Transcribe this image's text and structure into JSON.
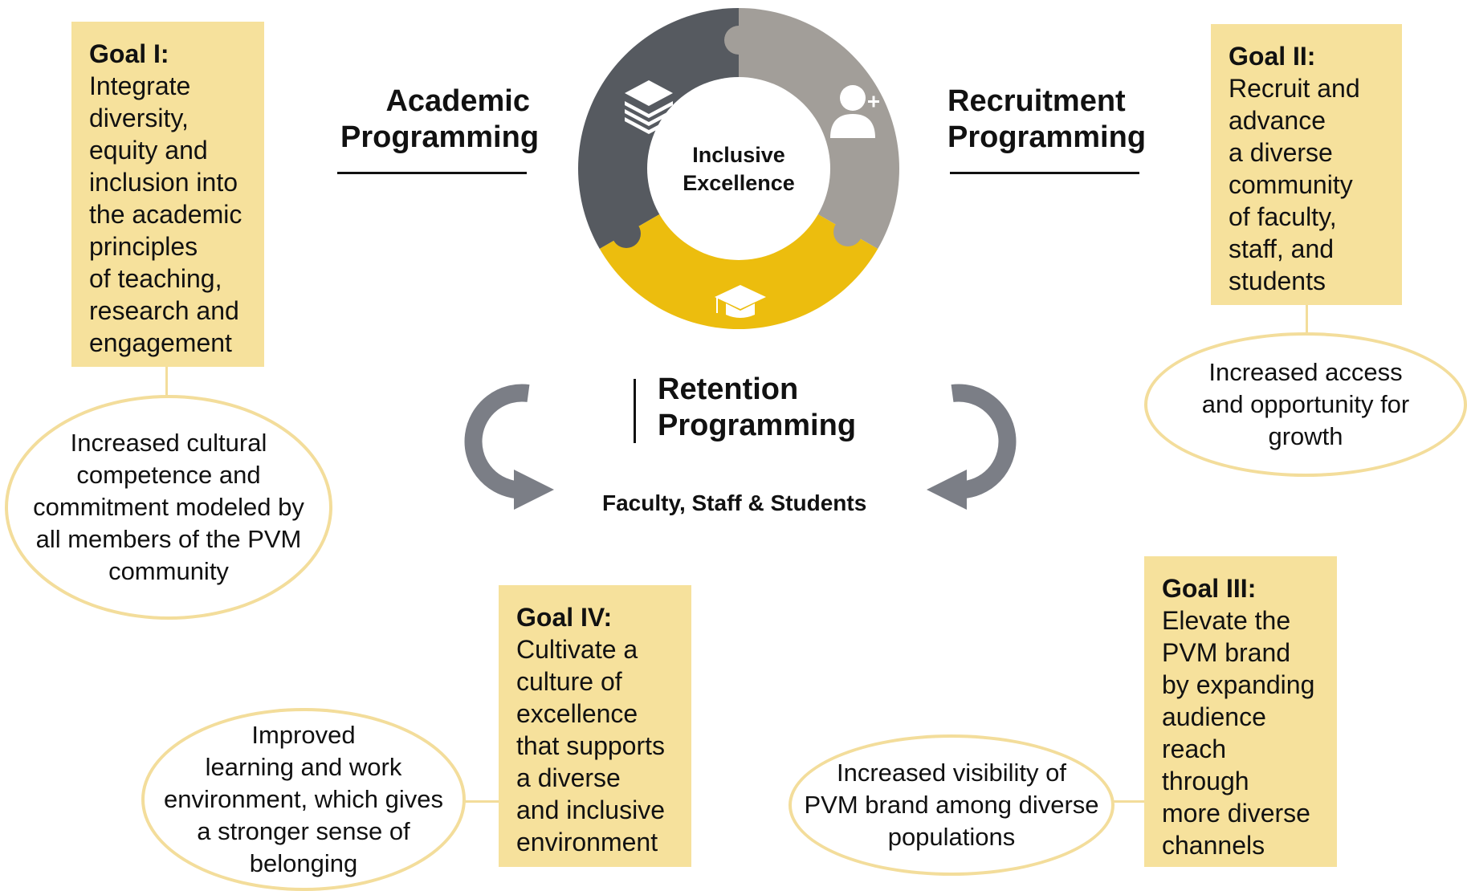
{
  "center": {
    "label_line1": "Inclusive",
    "label_line2": "Excellence",
    "colors": {
      "dark": "#565a60",
      "gray": "#a29e99",
      "gold": "#ecbd0e",
      "arrow": "#7b7e86"
    },
    "icons": [
      "books-stack-icon",
      "add-person-icon",
      "graduation-cap-icon"
    ]
  },
  "programs": {
    "academic": "Academic\nProgramming",
    "recruitment": "Recruitment\nProgramming",
    "retention": "Retention\nProgramming",
    "audience": "Faculty, Staff & Students"
  },
  "goals": {
    "g1": {
      "title": "Goal I:",
      "text": "Integrate\ndiversity,\nequity and\ninclusion into\nthe academic\nprinciples\nof teaching,\nresearch and\nengagement"
    },
    "g2": {
      "title": "Goal II:",
      "text": "Recruit and\nadvance\na diverse\ncommunity\nof faculty,\nstaff, and\nstudents"
    },
    "g3": {
      "title": "Goal III:",
      "text": "Elevate the\nPVM brand\nby expanding\naudience\nreach\nthrough\nmore diverse\nchannels"
    },
    "g4": {
      "title": "Goal IV:",
      "text": "Cultivate a\nculture of\nexcellence\nthat supports\na diverse\nand inclusive\nenvironment"
    }
  },
  "outcomes": {
    "o1": "Increased cultural\ncompetence and\ncommitment modeled by\nall members of the PVM\ncommunity",
    "o2": "Increased access\nand opportunity for\ngrowth",
    "o3": "Increased visibility of\nPVM brand among diverse\npopulations",
    "o4": "Improved\nlearning and work\nenvironment, which gives\na stronger sense of\nbelonging"
  },
  "box_color": "#f6e19c"
}
